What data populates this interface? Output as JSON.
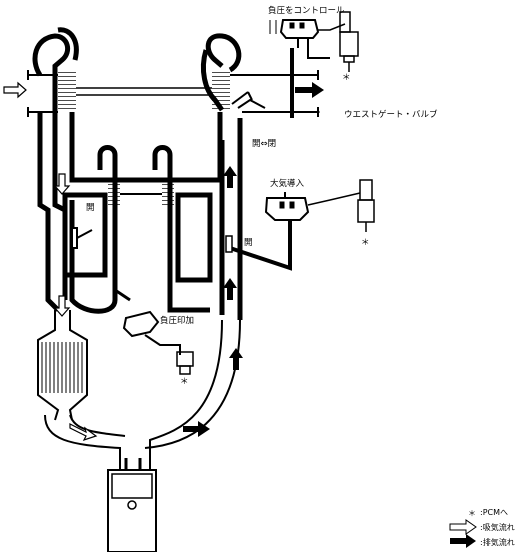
{
  "labels": {
    "negative_pressure_control": "負圧をコントロール",
    "wastegate_valve": "ウエストゲート・バルブ",
    "open_close": "開⇔閉",
    "atmosphere_intake": "大気導入",
    "open_1": "開",
    "open_2": "開",
    "negative_pressure_applied": "負圧印加"
  },
  "legend": {
    "pcm": ":PCMへ",
    "intake_flow": ":吸気流れ",
    "exhaust_flow": ":排気流れ"
  },
  "symbols": {
    "pcm_mark": "＊"
  },
  "colors": {
    "line": "#000000",
    "background": "#ffffff"
  }
}
